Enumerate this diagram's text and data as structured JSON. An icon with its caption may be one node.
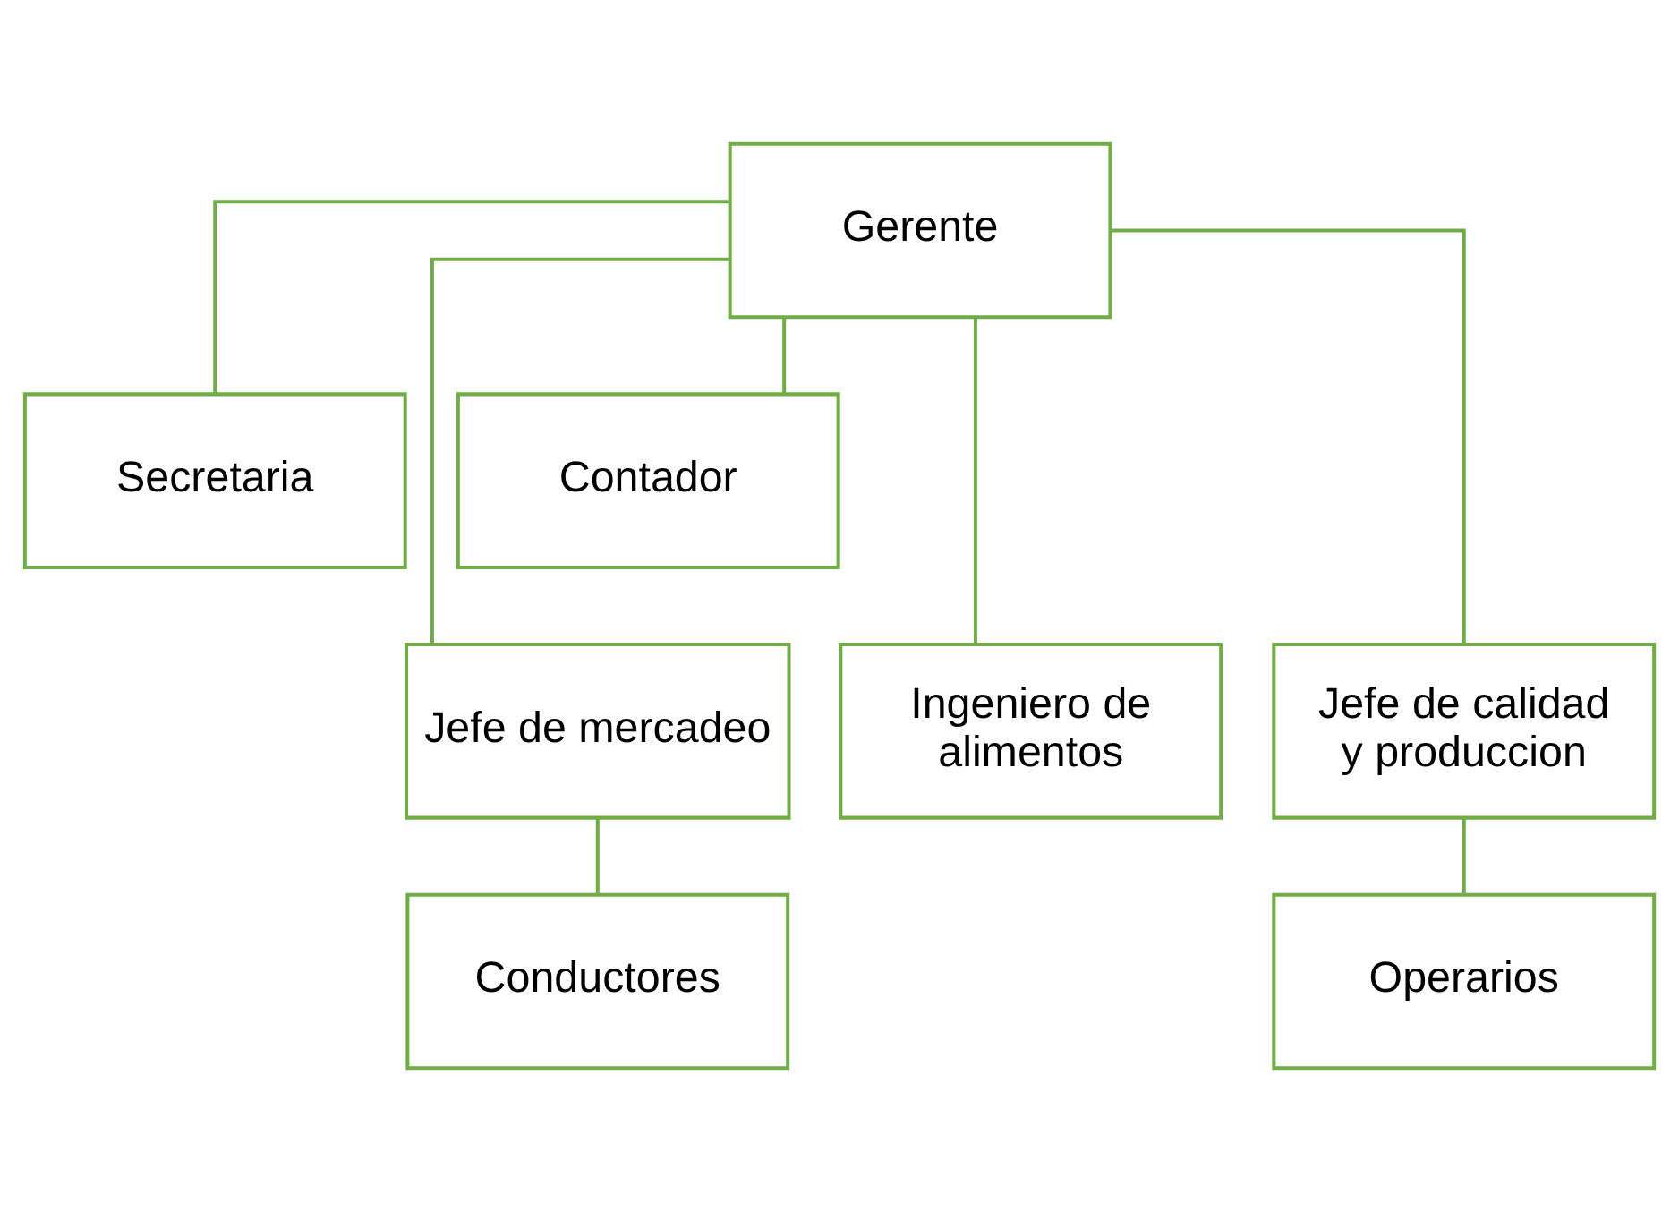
{
  "diagram": {
    "nodes": [
      {
        "text": [
          "Gerente"
        ]
      },
      {
        "text": [
          "Secretaria"
        ]
      },
      {
        "text": [
          "Contador"
        ]
      },
      {
        "text": [
          "Jefe de mercadeo"
        ]
      },
      {
        "text": [
          "Ingeniero de alimentos"
        ]
      },
      {
        "text": [
          "Jefe de calidad y produccion"
        ]
      },
      {
        "text": [
          "Conductores"
        ]
      },
      {
        "text": [
          "Operarios"
        ]
      }
    ],
    "edges": [
      {
        "from": 0,
        "to": 1,
        "arrow": "none"
      },
      {
        "from": 0,
        "to": 2,
        "arrow": "none"
      },
      {
        "from": 0,
        "to": 3,
        "arrow": "none"
      },
      {
        "from": 0,
        "to": 4,
        "arrow": "none"
      },
      {
        "from": 0,
        "to": 5,
        "arrow": "none"
      },
      {
        "from": 3,
        "to": 6,
        "arrow": "none"
      },
      {
        "from": 5,
        "to": 7,
        "arrow": "none"
      }
    ]
  }
}
